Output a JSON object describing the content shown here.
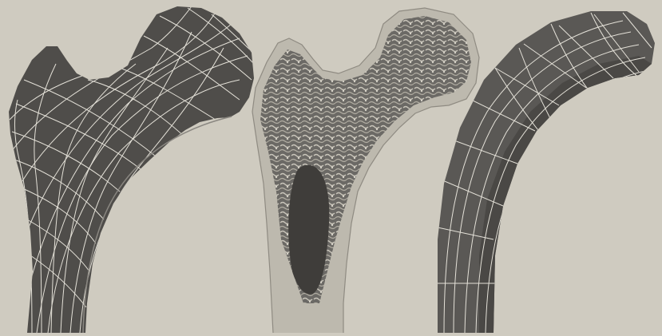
{
  "figure": {
    "panels": [
      {
        "name": "crane-trajectory-diagram"
      },
      {
        "name": "femur-section-photo"
      },
      {
        "name": "curved-beam-stress-diagram"
      }
    ]
  },
  "colors": {
    "paper": "#cfcbc0",
    "paper_light": "#d9d6cc",
    "bone_dark": "#4e4c49",
    "bone_mid": "#6a6864",
    "cortex_light": "#bdb9ae",
    "grid_line": "#e4e1d8"
  }
}
